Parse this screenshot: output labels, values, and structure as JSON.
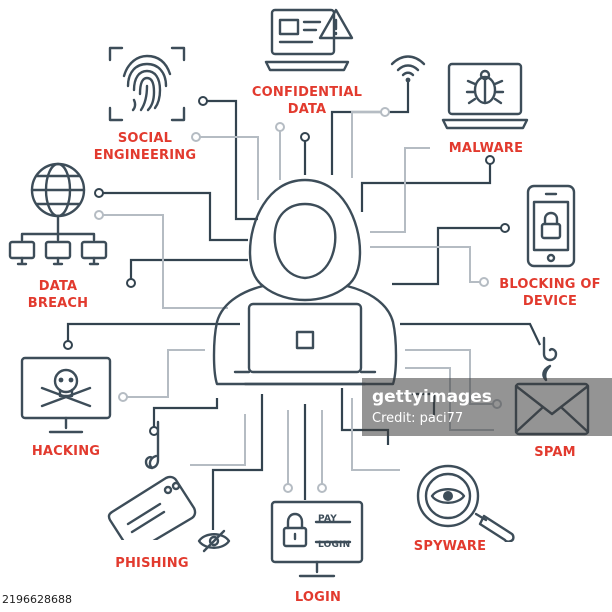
{
  "labels": {
    "confidential_data": [
      "CONFIDENTIAL",
      "DATA"
    ],
    "social_engineering": [
      "SOCIAL",
      "ENGINEERING"
    ],
    "malware": "MALWARE",
    "data_breach": [
      "DATA",
      "BREACH"
    ],
    "blocking_of_device": [
      "BLOCKING OF",
      "DEVICE"
    ],
    "hacking": "HACKING",
    "spam": "SPAM",
    "phishing": "PHISHING",
    "spyware": "SPYWARE",
    "login": "LOGIN"
  },
  "login_screen": {
    "pay": "PAY",
    "login": "LOGIN"
  },
  "watermark": {
    "logo": "gettyimages",
    "credit": "Credit: paci77"
  },
  "stock_id": "2196628688",
  "colors": {
    "label": "#e23a2e",
    "icon_stroke": "#3d4d59",
    "light_line": "#b5bcc3"
  }
}
